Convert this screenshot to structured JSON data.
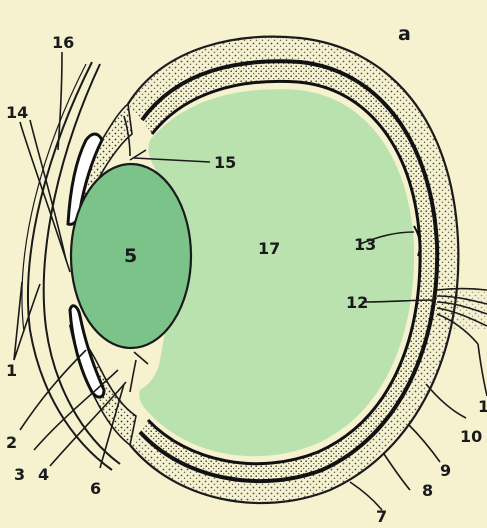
{
  "figure_letter": "a",
  "labels": {
    "l1a": "1",
    "l1b": "1",
    "l2": "2",
    "l3": "3",
    "l4": "4",
    "l5": "5",
    "l6": "6",
    "l7": "7",
    "l8": "8",
    "l9": "9",
    "l10": "10",
    "l12": "12",
    "l13": "13",
    "l14": "14",
    "l15": "15",
    "l16": "16",
    "l17": "17"
  },
  "colors": {
    "page": "#f6f1cf",
    "vitreous_fill": "#b9e2ae",
    "lens_fill": "#7cc38a",
    "line": "#1a1a1a",
    "stipple": "#333333"
  }
}
